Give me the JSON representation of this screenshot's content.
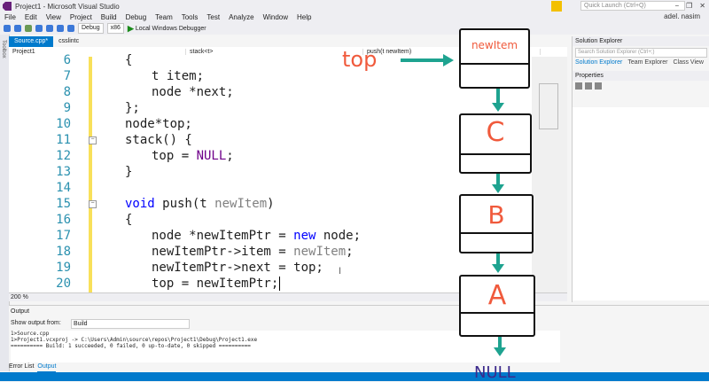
{
  "window": {
    "title": "Project1 - Microsoft Visual Studio",
    "quick_launch": "Quick Launch (Ctrl+Q)",
    "user": "adel. nasim",
    "controls": [
      "−",
      "❐",
      "✕"
    ]
  },
  "menu": [
    "File",
    "Edit",
    "View",
    "Project",
    "Build",
    "Debug",
    "Team",
    "Tools",
    "Test",
    "Analyze",
    "Window",
    "Help"
  ],
  "toolbar": {
    "config": "Debug",
    "platform": "x86",
    "run_label": "Local Windows Debugger",
    "run_icon": "▶"
  },
  "leftstrip": {
    "label": "Toolbox"
  },
  "tabs": [
    {
      "label": "Source.cpp*",
      "active": true
    },
    {
      "label": "csslintc",
      "active": false
    }
  ],
  "navbar": {
    "project": "Project1",
    "scope": "stack<t>",
    "member": "push(t newItem)"
  },
  "code_lines": [
    {
      "n": "6",
      "text": "{"
    },
    {
      "n": "7",
      "text": "    t item;"
    },
    {
      "n": "8",
      "text": "    node *next;"
    },
    {
      "n": "9",
      "text": "};"
    },
    {
      "n": "10",
      "text": "node*top;"
    },
    {
      "n": "11",
      "text": "stack() {"
    },
    {
      "n": "12",
      "text": "    top = NULL;"
    },
    {
      "n": "13",
      "text": "}"
    },
    {
      "n": "14",
      "text": ""
    },
    {
      "n": "15",
      "text": "void push(t newItem)"
    },
    {
      "n": "16",
      "text": "{"
    },
    {
      "n": "17",
      "text": "    node *newItemPtr = new node;"
    },
    {
      "n": "18",
      "text": "    newItemPtr->item = newItem;"
    },
    {
      "n": "19",
      "text": "    newItemPtr->next = top;"
    },
    {
      "n": "20",
      "text": "    top = newItemPtr;"
    }
  ],
  "code_spans": {
    "l6": "{",
    "l7": "t item;",
    "l8": "node *next;",
    "l9": "};",
    "l10": "node*top;",
    "l11": "stack() {",
    "l12a": "top = ",
    "l12b": "NULL",
    "l12c": ";",
    "l13": "}",
    "l15a": "void",
    "l15b": " push(t ",
    "l15c": "newItem",
    "l15d": ")",
    "l16": "{",
    "l17a": "node *newItemPtr = ",
    "l17b": "new",
    "l17c": " node;",
    "l18a": "newItemPtr->item = ",
    "l18b": "newItem",
    "l18c": ";",
    "l19": "newItemPtr->next = top;",
    "l20": "top = newItemPtr;"
  },
  "zoom": "200 %",
  "output": {
    "title": "Output",
    "show_from_label": "Show output from:",
    "show_from_value": "Build",
    "lines": "1>Source.cpp\n1>Project1.vcxproj -> C:\\Users\\Admin\\source\\repos\\Project1\\Debug\\Project1.exe\n========== Build: 1 succeeded, 0 failed, 0 up-to-date, 0 skipped =========="
  },
  "bottom_tabs": [
    "Error List",
    "Output"
  ],
  "solution_explorer": {
    "title": "Solution Explorer",
    "search": "Search Solution Explorer (Ctrl+;)",
    "tabs": [
      "Solution Explorer",
      "Team Explorer",
      "Class View"
    ]
  },
  "properties": {
    "title": "Properties"
  },
  "diagram": {
    "top_label": "top",
    "nodes": [
      "newItem",
      "C",
      "B",
      "A"
    ],
    "null_label": "NULL",
    "colors": {
      "arrow": "#1ea390",
      "label": "#f05a3c",
      "null": "#3c2a8c"
    }
  }
}
